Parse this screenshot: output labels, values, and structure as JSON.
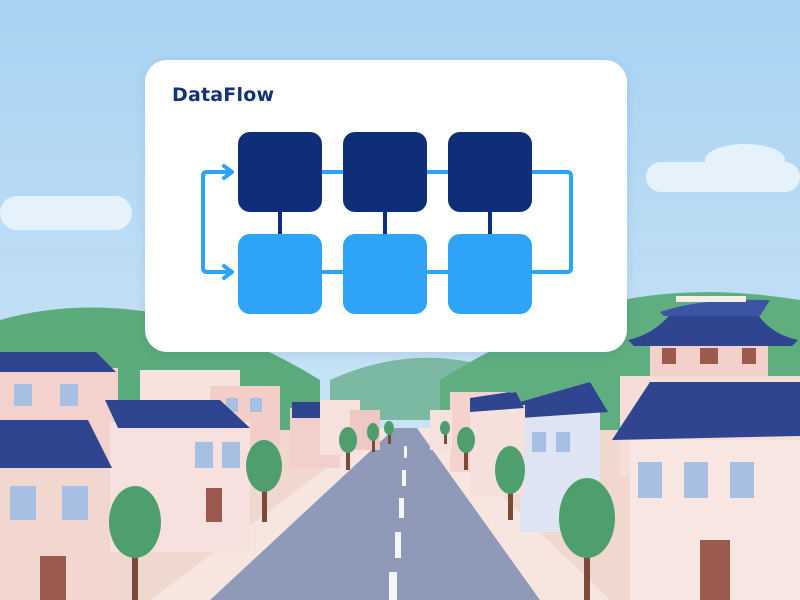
{
  "card": {
    "title": "DataFlow"
  },
  "diagram": {
    "rows": 2,
    "columns": 3,
    "top_row_color": "#0f2e78",
    "bottom_row_color": "#2ea3f7",
    "connector_color": "#2ea3f7",
    "connector_dark_color": "#0f2e78"
  },
  "scene": {
    "sky_color": "#b9dcf6",
    "road_color": "#8f99b8",
    "hill_color": "#5bab7c",
    "roof_color": "#2f4590",
    "tree_color": "#4f9e6e"
  }
}
